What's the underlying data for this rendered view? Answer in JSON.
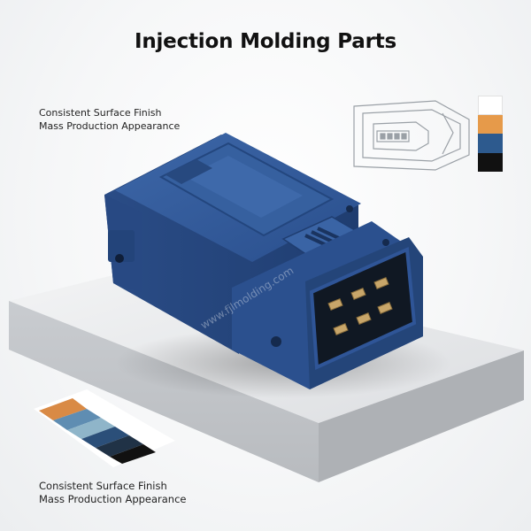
{
  "title": "Injection Molding Parts",
  "captions": [
    {
      "line1": "Consistent Surface Finish",
      "line2": "Mass Production Appearance"
    },
    {
      "line1": "Consistent Surface Finish",
      "line2": "Mass Production Appearance"
    }
  ],
  "watermark": "www.fjlmolding.com",
  "swatch_colors": [
    "#ffffff",
    "#e69a4a",
    "#2d5a8e",
    "#111111"
  ],
  "card_colors": [
    "#d98a45",
    "#5f8db2",
    "#8fb5c9",
    "#2b4f79",
    "#203246",
    "#111111"
  ],
  "part_color": "#2f5597"
}
